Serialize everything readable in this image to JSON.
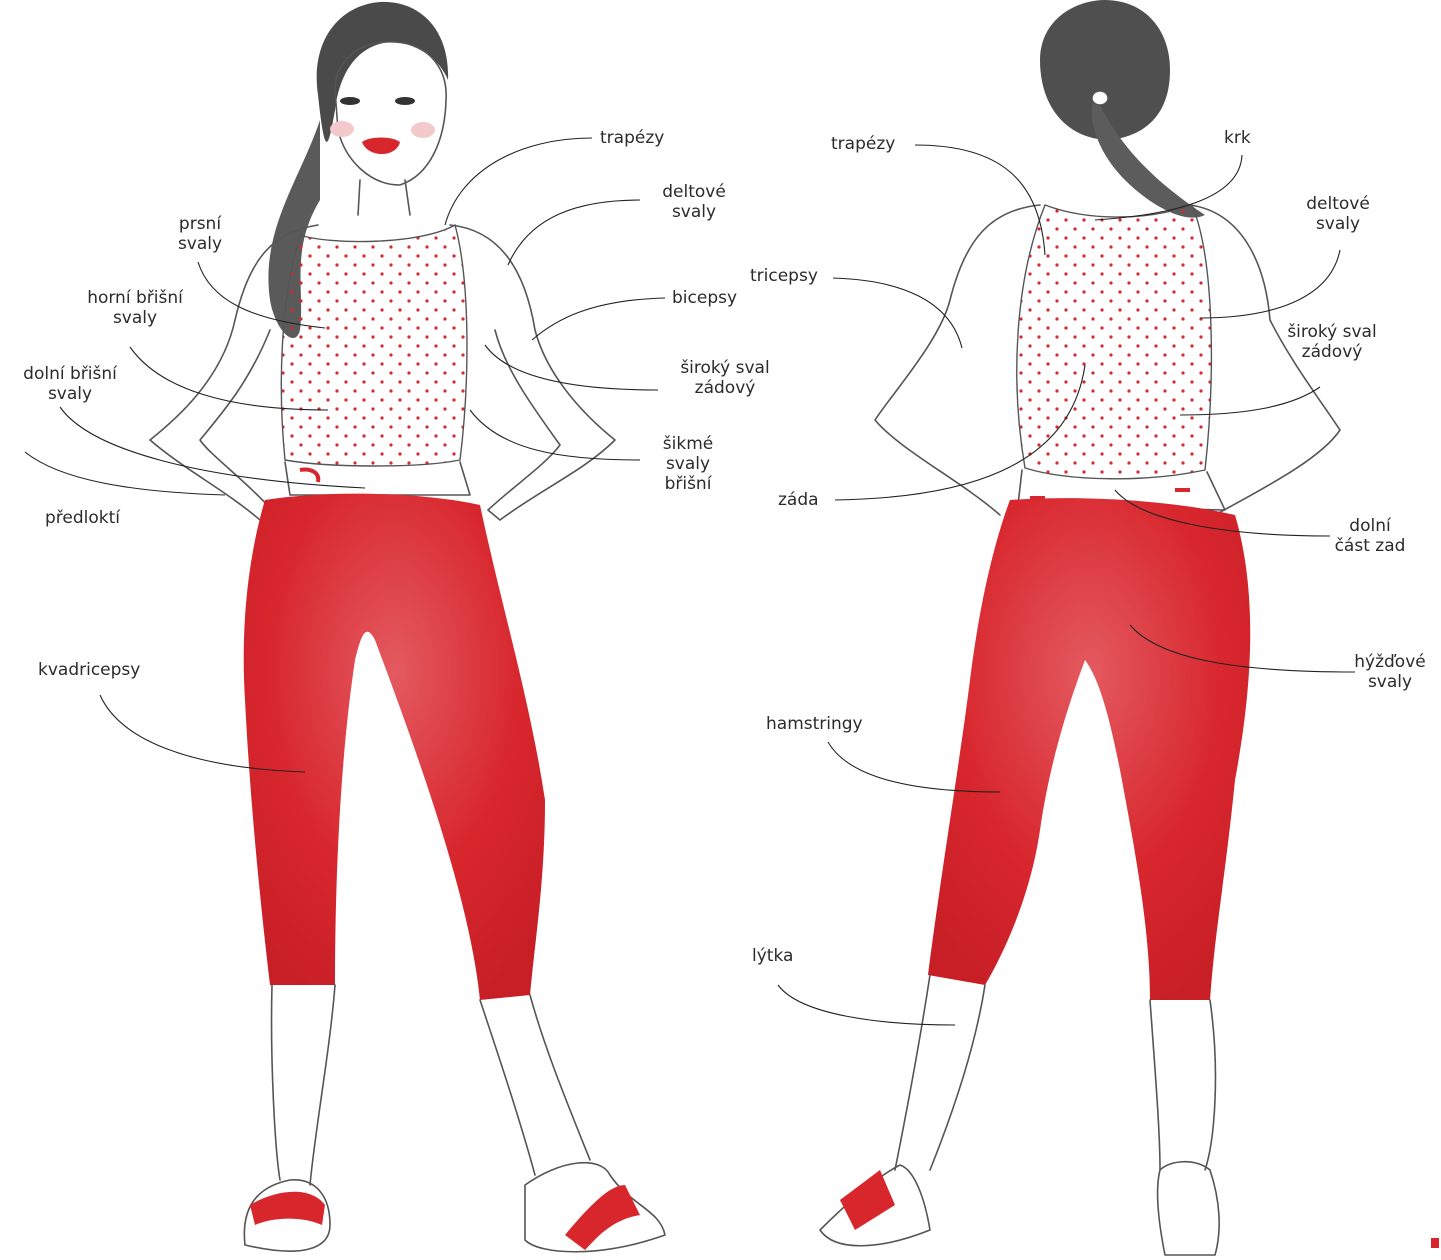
{
  "colors": {
    "accent": "#d8262d",
    "accent_light": "#e9646a",
    "ink": "#555555",
    "hair": "#4a4a4a",
    "label": "#2b2b2b"
  },
  "front": {
    "labels": {
      "trapezy": "trapézy",
      "deltove_1": "deltové",
      "deltove_2": "svaly",
      "prsni_1": "prsní",
      "prsni_2": "svaly",
      "bicepsy": "bicepsy",
      "horni_brisni_1": "horní břišní",
      "horni_brisni_2": "svaly",
      "siroky_1": "široký sval",
      "siroky_2": "zádový",
      "dolni_brisni_1": "dolní břišní",
      "dolni_brisni_2": "svaly",
      "sikme_1": "šikmé",
      "sikme_2": "svaly",
      "sikme_3": "břišní",
      "predlokti": "předloktí",
      "kvadricepsy": "kvadricepsy"
    }
  },
  "back": {
    "labels": {
      "trapezy": "trapézy",
      "krk": "krk",
      "deltove_1": "deltové",
      "deltove_2": "svaly",
      "tricepsy": "tricepsy",
      "siroky_1": "široký sval",
      "siroky_2": "zádový",
      "zada": "záda",
      "dolni_cast_1": "dolní",
      "dolni_cast_2": "část zad",
      "hyzdove_1": "hýžďové",
      "hyzdove_2": "svaly",
      "hamstringy": "hamstringy",
      "lytka": "lýtka"
    }
  }
}
